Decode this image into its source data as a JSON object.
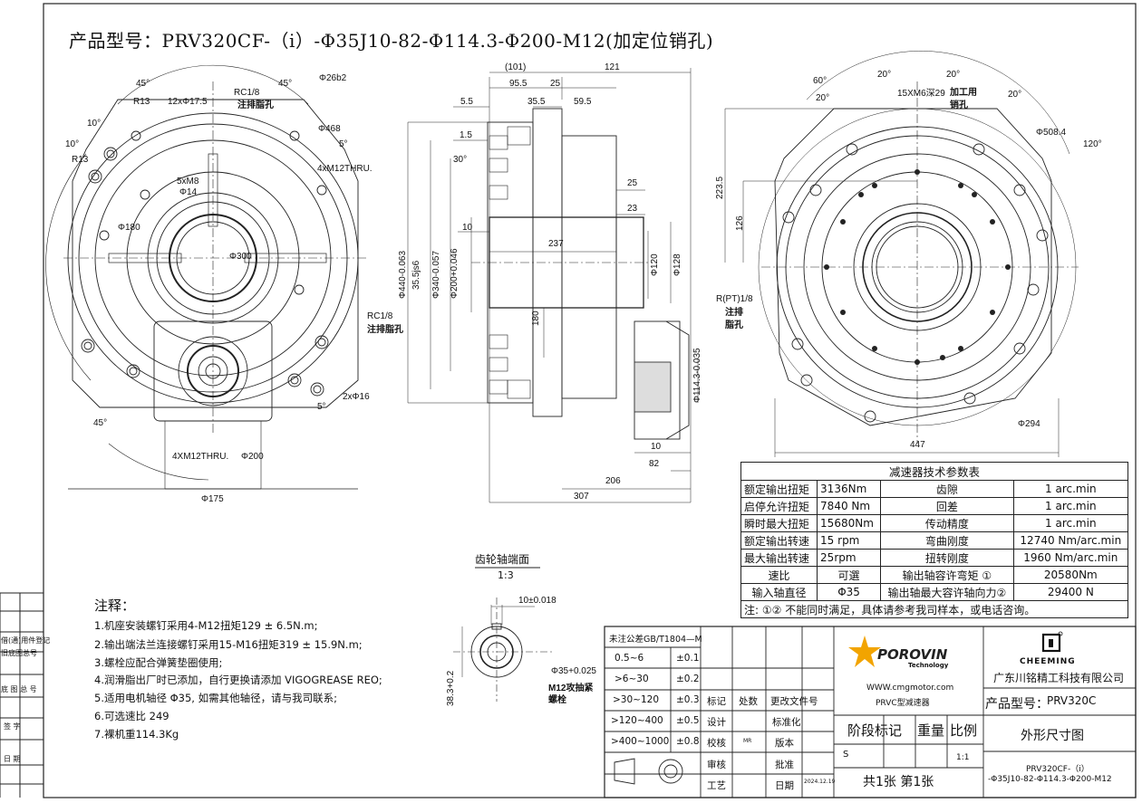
{
  "title": "产品型号：PRV320CF-（i）-Φ35J10-82-Φ114.3-Φ200-M12(加定位销孔)",
  "front_view": {
    "labels": [
      "45°",
      "45°",
      "R13",
      "12xΦ17.5",
      "RC1/8",
      "注排脂孔",
      "Φ26b2",
      "10°",
      "10°",
      "R13",
      "5xM8",
      "Φ14",
      "Φ468",
      "5°",
      "4xM12THRU.",
      "Φ180",
      "Φ300",
      "RC1/8",
      "注排脂孔",
      "2xΦ16",
      "5°",
      "45°",
      "4XM12THRU.",
      "Φ200",
      "Φ175"
    ]
  },
  "side_view": {
    "labels": [
      "(101)",
      "121",
      "95.5",
      "25",
      "5.5",
      "35.5",
      "59.5",
      "1.5",
      "30°",
      "25",
      "23",
      "10",
      "237",
      "Φ440-0.063",
      "35.5js6",
      "Φ340-0.057",
      "Φ200+0.046",
      "Φ120",
      "Φ128",
      "180",
      "Φ114.3-0.035",
      "10",
      "82",
      "206",
      "307"
    ]
  },
  "rear_view": {
    "labels": [
      "60°",
      "20°",
      "20°",
      "20°",
      "20°",
      "15XM6深29",
      "加工用",
      "销孔",
      "Φ508.4",
      "120°",
      "223.5",
      "126",
      "R(PT)1/8",
      "注排",
      "脂孔",
      "Φ294",
      "447"
    ]
  },
  "gear_section": {
    "title": "齿轮轴端面",
    "scale": "1:3",
    "labels": [
      "10±0.018",
      "Φ35+0.025",
      "38.3+0.2",
      "M12攻抽紧",
      "螺栓"
    ]
  },
  "notes": {
    "heading": "注释：",
    "items": [
      "1.机座安装螺钉采用4-M12扭矩129 ± 6.5N.m;",
      "2.输出端法兰连接螺钉采用15-M16扭矩319 ± 15.9N.m;",
      "3.螺栓应配合弹簧垫圈使用;",
      "4.润滑脂出厂时已添加，自行更换请添加 VIGOGREASE REO;",
      "5.适用电机轴径 Φ35, 如需其他轴径，请与我司联系;",
      "6.可选速比 249",
      "7.裸机重114.3Kg"
    ]
  },
  "side_strip": [
    "借(通)用件登记",
    "旧底图总号",
    "底 图 总 号",
    "签 字",
    "日 期"
  ],
  "params": {
    "caption": "减速器技术参数表",
    "rows": [
      [
        "额定输出扭矩",
        "3136Nm",
        "齿隙",
        "1 arc.min"
      ],
      [
        "启停允许扭矩",
        "7840 Nm",
        "回差",
        "1 arc.min"
      ],
      [
        "瞬时最大扭矩",
        "15680Nm",
        "传动精度",
        "1 arc.min"
      ],
      [
        "额定输出转速",
        "15 rpm",
        "弯曲刚度",
        "12740 Nm/arc.min"
      ],
      [
        "最大输出转速",
        "25rpm",
        "扭转刚度",
        "1960 Nm/arc.min"
      ],
      [
        "速比",
        "可選",
        "输出轴容许弯矩 ①",
        "20580Nm"
      ],
      [
        "输入轴直径",
        "Φ35",
        "输出轴最大容许轴向力②",
        "29400 N"
      ]
    ],
    "note": "注: ①② 不能同时满足，具体请参考我司样本，或电话咨询。"
  },
  "tolerance": {
    "header": "未注公差GB/T1804—M",
    "rows": [
      [
        "0.5~6",
        "±0.1"
      ],
      [
        ">6~30",
        "±0.2"
      ],
      [
        ">30~120",
        "±0.3"
      ],
      [
        ">120~400",
        "±0.5"
      ],
      [
        ">400~1000",
        "±0.8"
      ]
    ]
  },
  "title_block": {
    "col1": [
      "标记",
      "设计",
      "校核",
      "审核",
      "工艺"
    ],
    "col2": [
      "处数",
      "",
      "MR",
      "",
      ""
    ],
    "col3": [
      "更改文件号",
      "标准化",
      "版本",
      "批准",
      "日期"
    ],
    "date": "2024.12.19",
    "brand": "POROVIN",
    "brand_sub": "Technology",
    "website": "WWW.cmgmotor.com",
    "product_line": "PRVC型减速器",
    "stage": "阶段标记",
    "weight": "重量",
    "ratio": "比例",
    "stage_val": "S",
    "ratio_val": "1:1",
    "sheets": "共1张 第1张",
    "company_logo": "CHEEMING",
    "company": "广东川铭精工科技有限公司",
    "model_label": "产品型号：",
    "model": "PRV320C",
    "drawing_name": "外形尺寸图",
    "drawing_no_1": "PRV320CF-（i）",
    "drawing_no_2": "-Φ35J10-82-Φ114.3-Φ200-M12"
  }
}
